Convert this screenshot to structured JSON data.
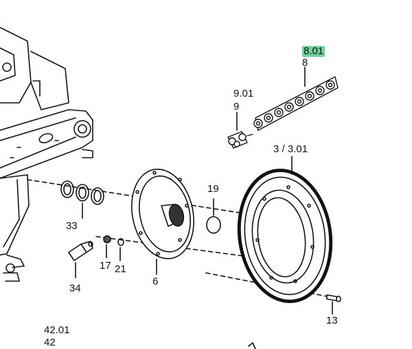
{
  "diagram": {
    "colors": {
      "line": "#111111",
      "highlight": "#6fd29a",
      "background": "#ffffff"
    },
    "labels": {
      "l8_01": "8.01",
      "l8": "8",
      "l9_01": "9.01",
      "l9": "9",
      "l3": "3 / 3.01",
      "l19": "19",
      "l33": "33",
      "l17": "17",
      "l21": "21",
      "l34": "34",
      "l6": "6",
      "l13": "13",
      "l42_01": "42.01",
      "l42": "42"
    }
  }
}
